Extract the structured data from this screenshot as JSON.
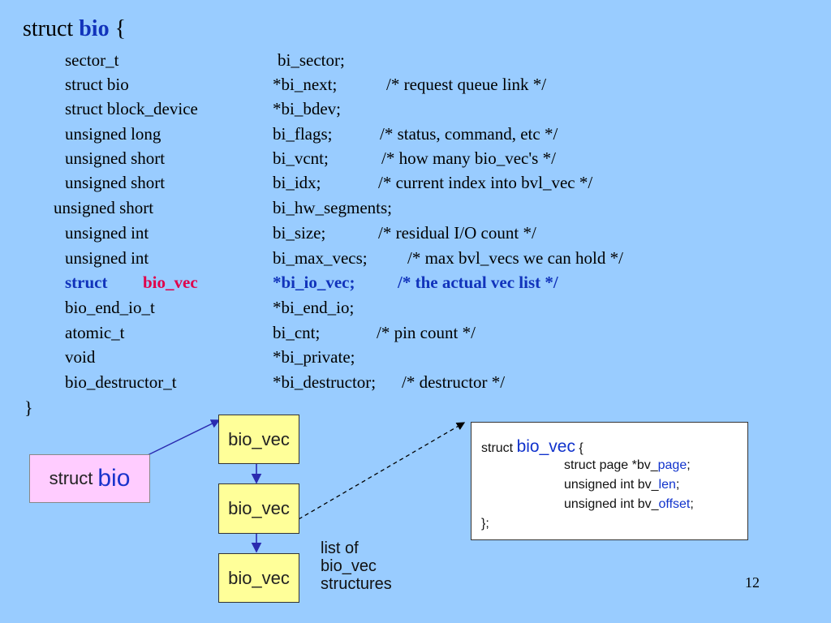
{
  "slide": {
    "header": {
      "kw": "struct",
      "name": "bio",
      "brace": "{"
    },
    "fields": [
      {
        "type": "sector_t",
        "field": "bi_sector;",
        "comment": ""
      },
      {
        "type": "struct bio",
        "field": "*bi_next;",
        "comment": "/* request queue link */"
      },
      {
        "type": "struct block_device",
        "field": "*bi_bdev;",
        "comment": ""
      },
      {
        "type": "unsigned long",
        "field": "bi_flags;",
        "comment": "/* status, command, etc */"
      },
      {
        "type": "unsigned short",
        "field": "bi_vcnt;",
        "comment": "/* how many bio_vec's */"
      },
      {
        "type": "unsigned short",
        "field": "bi_idx;",
        "comment": "/* current index into bvl_vec */"
      },
      {
        "type": "unsigned short",
        "field": "bi_hw_segments;",
        "comment": ""
      },
      {
        "type": "unsigned int",
        "field": "bi_size;",
        "comment": "/* residual I/O count */"
      },
      {
        "type": "unsigned int",
        "field": "bi_max_vecs;",
        "comment": "/* max bvl_vecs we can hold */"
      },
      {
        "type_kw": "struct",
        "type_name": "bio_vec",
        "field": "*bi_io_vec;",
        "comment": "/* the actual vec list */"
      },
      {
        "type": "bio_end_io_t",
        "field": "*bi_end_io;",
        "comment": ""
      },
      {
        "type": "atomic_t",
        "field": "bi_cnt;",
        "comment": "/* pin count */"
      },
      {
        "type": "void",
        "field": "*bi_private;",
        "comment": ""
      },
      {
        "type": "bio_destructor_t",
        "field": "*bi_destructor;",
        "comment": "/* destructor */"
      }
    ],
    "closing_brace": "}",
    "page_number": "12"
  },
  "diagram": {
    "struct_bio_box": {
      "kw": "struct",
      "name": "bio"
    },
    "bio_vec_boxes": [
      "bio_vec",
      "bio_vec",
      "bio_vec"
    ],
    "list_caption": [
      "list of",
      "bio_vec",
      "structures"
    ],
    "definition": {
      "header_kw": "struct",
      "header_name": "bio_vec",
      "header_brace": "{",
      "lines": [
        {
          "prefix": "struct page *bv_",
          "name": "page",
          "suffix": ";"
        },
        {
          "prefix": "unsigned int bv_",
          "name": "len",
          "suffix": ";"
        },
        {
          "prefix": "unsigned int bv_",
          "name": "offset",
          "suffix": ";"
        }
      ],
      "closing": "};"
    }
  },
  "colors": {
    "background": "#99ccff",
    "accent_blue": "#1133bb",
    "accent_red": "#e0004a",
    "box_yellow": "#ffff99",
    "box_pink": "#ffccff"
  }
}
